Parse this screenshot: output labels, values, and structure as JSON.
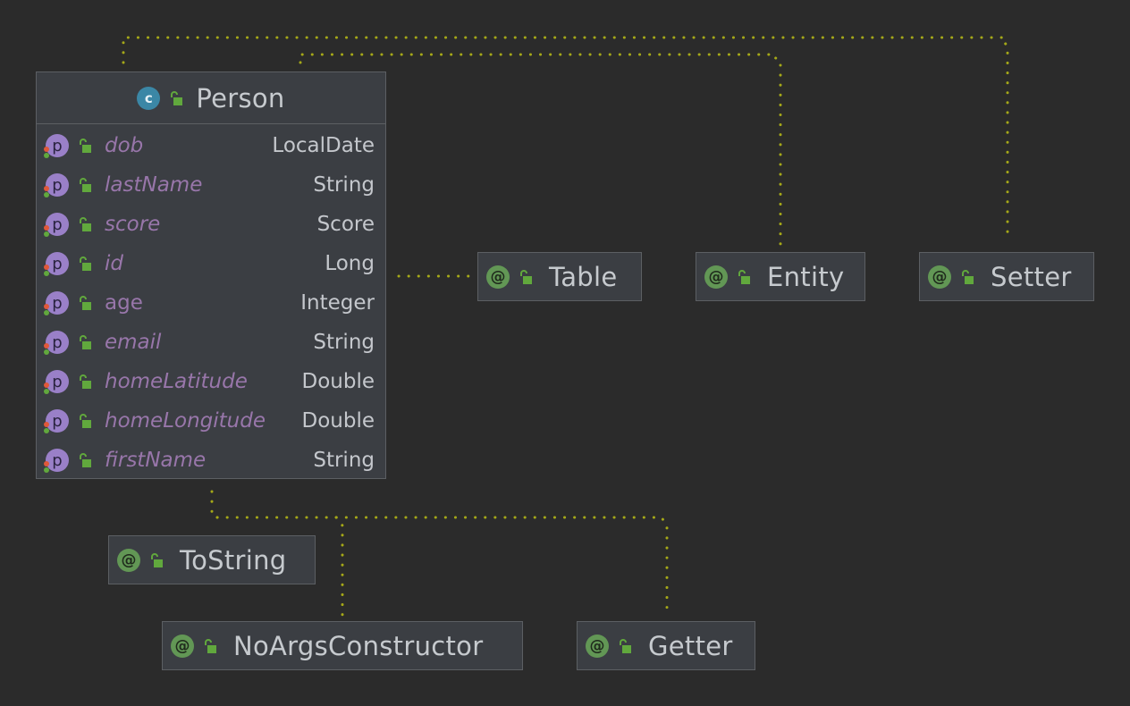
{
  "diagram": {
    "class": {
      "name": "Person",
      "kind_icon": "class-c-icon",
      "visibility_icon": "unlock-icon",
      "fields": [
        {
          "name": "dob",
          "type": "LocalDate",
          "italic": true
        },
        {
          "name": "lastName",
          "type": "String",
          "italic": true
        },
        {
          "name": "score",
          "type": "Score",
          "italic": true
        },
        {
          "name": "id",
          "type": "Long",
          "italic": true
        },
        {
          "name": "age",
          "type": "Integer",
          "italic": false
        },
        {
          "name": "email",
          "type": "String",
          "italic": true
        },
        {
          "name": "homeLatitude",
          "type": "Double",
          "italic": true
        },
        {
          "name": "homeLongitude",
          "type": "Double",
          "italic": true
        },
        {
          "name": "firstName",
          "type": "String",
          "italic": true
        }
      ]
    },
    "annotations": [
      {
        "name": "Table"
      },
      {
        "name": "Entity"
      },
      {
        "name": "Setter"
      },
      {
        "name": "ToString"
      },
      {
        "name": "NoArgsConstructor"
      },
      {
        "name": "Getter"
      }
    ],
    "colors": {
      "background": "#2b2b2b",
      "node_fill": "#3b3e43",
      "node_border": "#5c5f63",
      "link": "#a5a818",
      "field_name": "#9876aa",
      "class_badge": "#3b87a6",
      "annotation_badge": "#629755",
      "property_badge": "#9a80c8"
    },
    "link_style": "dotted"
  }
}
